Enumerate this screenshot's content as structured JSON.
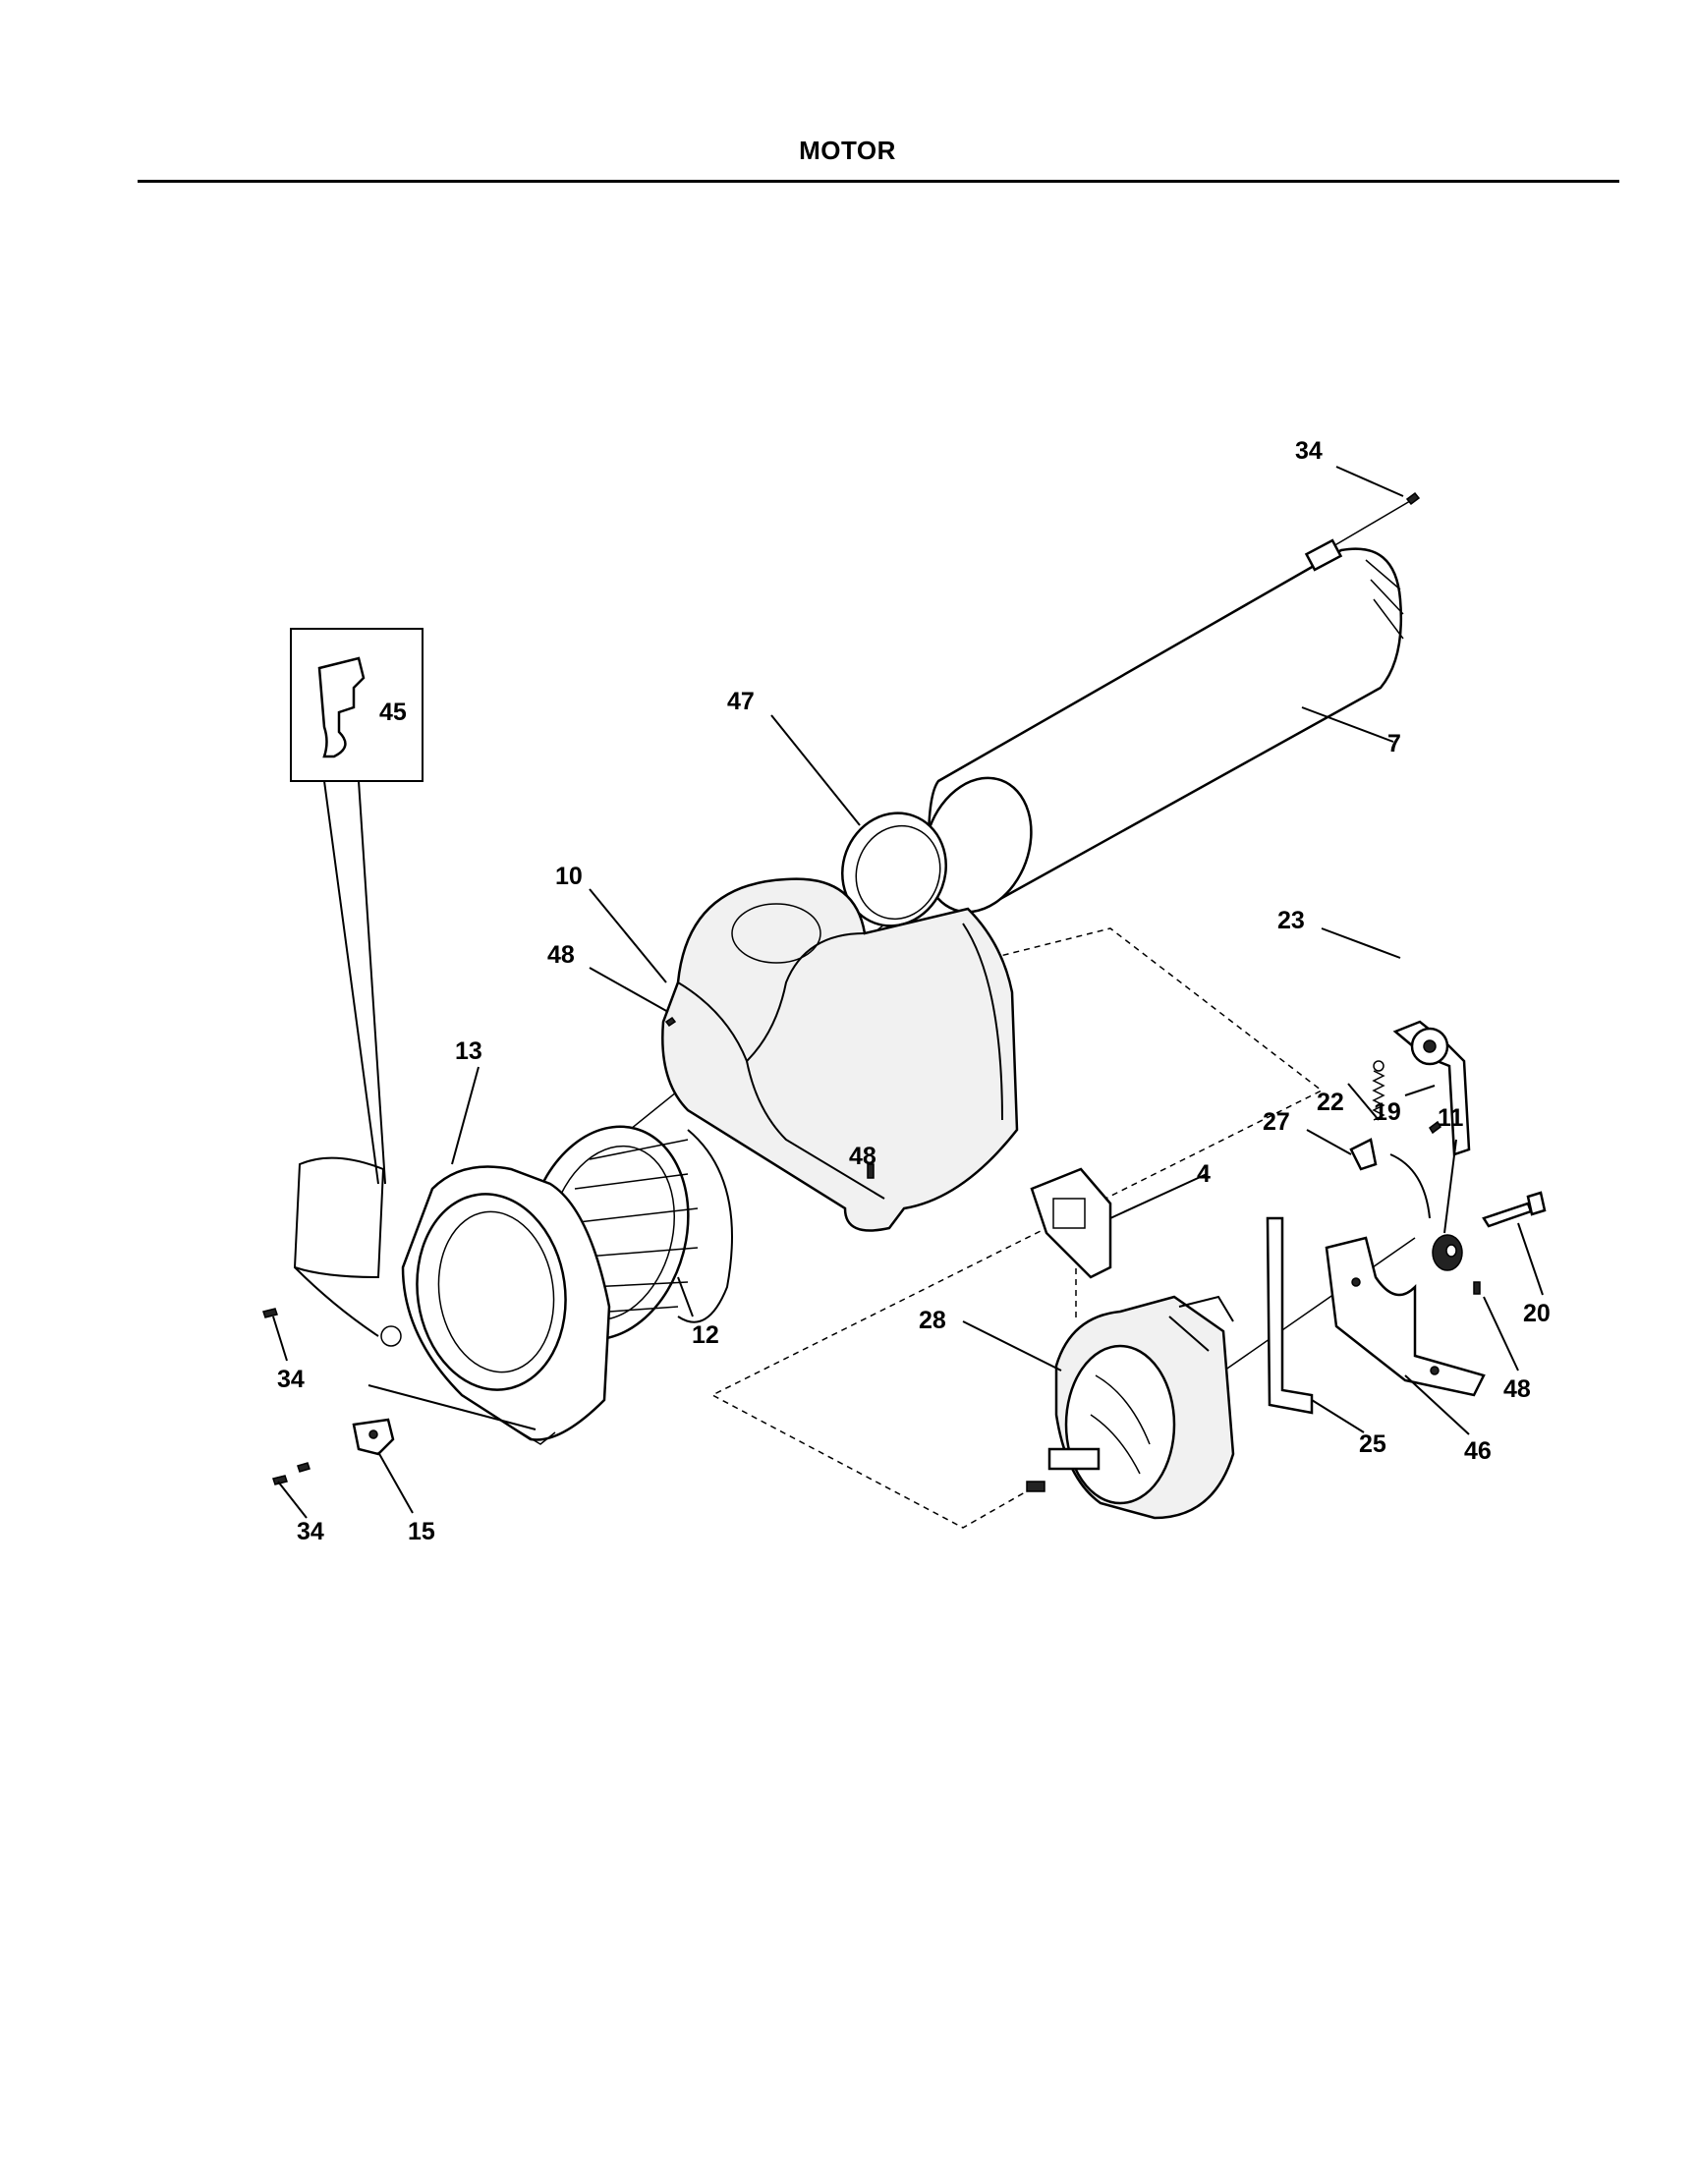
{
  "page": {
    "title": "MOTOR"
  },
  "callouts": [
    {
      "id": "c-34-top",
      "text": "34"
    },
    {
      "id": "c-7",
      "text": "7"
    },
    {
      "id": "c-45",
      "text": "45"
    },
    {
      "id": "c-47",
      "text": "47"
    },
    {
      "id": "c-10",
      "text": "10"
    },
    {
      "id": "c-48-a",
      "text": "48"
    },
    {
      "id": "c-13",
      "text": "13"
    },
    {
      "id": "c-48-b",
      "text": "48"
    },
    {
      "id": "c-12",
      "text": "12"
    },
    {
      "id": "c-23",
      "text": "23"
    },
    {
      "id": "c-22",
      "text": "22"
    },
    {
      "id": "c-19",
      "text": "19"
    },
    {
      "id": "c-11",
      "text": "11"
    },
    {
      "id": "c-27",
      "text": "27"
    },
    {
      "id": "c-4",
      "text": "4"
    },
    {
      "id": "c-20",
      "text": "20"
    },
    {
      "id": "c-28",
      "text": "28"
    },
    {
      "id": "c-48-c",
      "text": "48"
    },
    {
      "id": "c-25",
      "text": "25"
    },
    {
      "id": "c-46",
      "text": "46"
    },
    {
      "id": "c-34-left",
      "text": "34"
    },
    {
      "id": "c-34-bottom",
      "text": "34"
    },
    {
      "id": "c-15",
      "text": "15"
    }
  ]
}
